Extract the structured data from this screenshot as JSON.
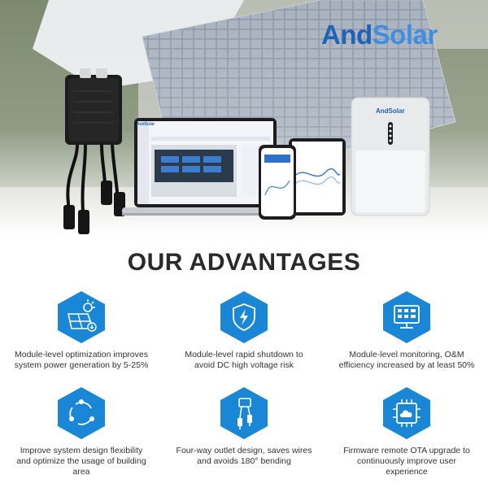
{
  "brand": {
    "name_part1": "And",
    "name_part2": "Solar"
  },
  "laptop_screen": {
    "logo": "AndSolar"
  },
  "heading": "OUR ADVANTAGES",
  "colors": {
    "brand_dark": "#1f63b8",
    "brand_light": "#3f8fe0",
    "hex_blue": "#1a86d6",
    "text": "#333333"
  },
  "advantages": [
    {
      "icon": "solar-panel-sun-icon",
      "text": "Module-level optimization improves system power generation by 5-25%"
    },
    {
      "icon": "lightning-shield-icon",
      "text": "Module-level rapid shutdown to avoid DC high voltage risk"
    },
    {
      "icon": "monitor-grid-icon",
      "text": "Module-level monitoring, O&M efficiency increased by at least 50%"
    },
    {
      "icon": "circular-layout-icon",
      "text": "Improve system design flexibility and optimize the usage of building area"
    },
    {
      "icon": "four-way-cable-icon",
      "text": "Four-way outlet design, saves wires and avoids 180° bending"
    },
    {
      "icon": "cloud-chip-icon",
      "text": "Firmware remote OTA upgrade to continuously improve user experience"
    }
  ]
}
